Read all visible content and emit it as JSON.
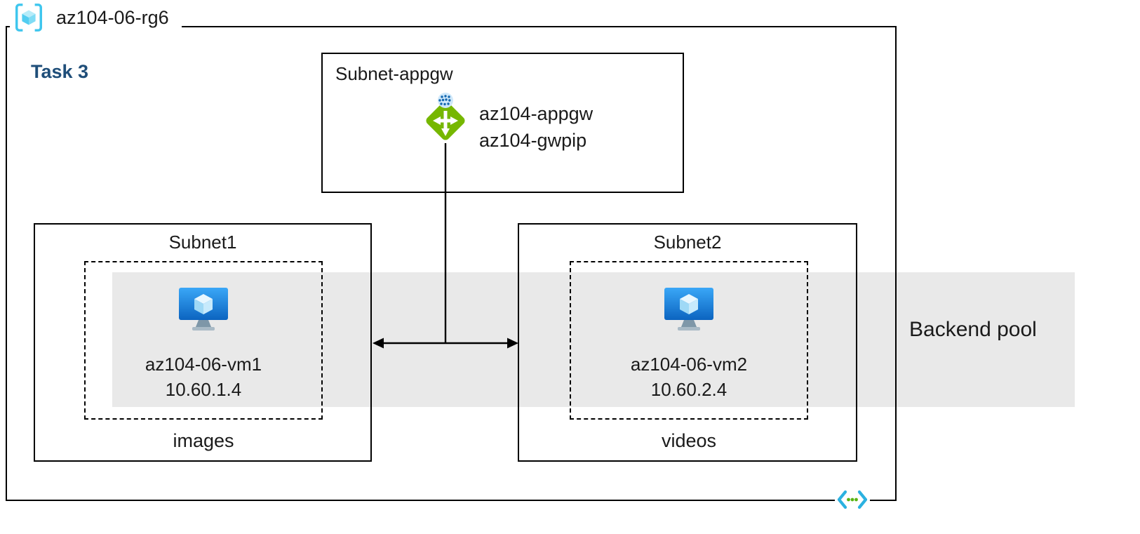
{
  "resource_group": {
    "name": "az104-06-rg6"
  },
  "task": {
    "label": "Task 3"
  },
  "appgw": {
    "subnet_title": "Subnet-appgw",
    "gateway_name": "az104-appgw",
    "public_ip_name": "az104-gwpip"
  },
  "subnet1": {
    "title": "Subnet1",
    "vm_name": "az104-06-vm1",
    "vm_ip": "10.60.1.4",
    "content_label": "images"
  },
  "subnet2": {
    "title": "Subnet2",
    "vm_name": "az104-06-vm2",
    "vm_ip": "10.60.2.4",
    "content_label": "videos"
  },
  "backend_pool": {
    "label": "Backend pool"
  },
  "icons": {
    "resource_group": "resource-group-icon",
    "application_gateway": "application-gateway-icon",
    "virtual_machine": "vm-icon",
    "virtual_network": "virtual-network-icon"
  },
  "colors": {
    "task_label": "#1f4e79",
    "backend_band": "#e9e9e9",
    "gateway_green": "#76b700",
    "vm_blue": "#0c64c0",
    "azure_cyan": "#3ec6ee",
    "vnet_dot_green": "#59b413",
    "border": "#000000"
  }
}
